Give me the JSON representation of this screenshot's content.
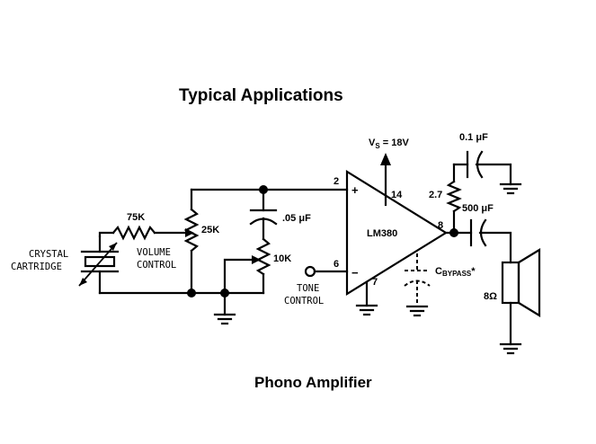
{
  "title": "Typical Applications",
  "caption": "Phono Amplifier",
  "ic": {
    "name": "LM380",
    "pin_plus": "+",
    "pin_minus": "−"
  },
  "pins": {
    "p2": "2",
    "p6": "6",
    "p7": "7",
    "p8": "8",
    "p14": "14"
  },
  "supply": {
    "label": "V",
    "sub": "S",
    "value": " = 18V"
  },
  "cartridge": {
    "line1": "CRYSTAL",
    "line2": "CARTRIDGE"
  },
  "volume": {
    "resistor": "75K",
    "pot": "25K",
    "line1": "VOLUME",
    "line2": "CONTROL"
  },
  "tone": {
    "cap": ".05 μF",
    "pot": "10K",
    "line1": "TONE",
    "line2": "CONTROL"
  },
  "output": {
    "r": "2.7",
    "c1": "0.1 μF",
    "c2": "500 μF",
    "load": "8Ω"
  },
  "bypass": {
    "label": "C",
    "sub": "BYPASS",
    "suffix": "*"
  },
  "icons": [
    "ground-icon",
    "speaker-icon",
    "resistor-icon",
    "capacitor-icon",
    "potentiometer-icon",
    "op-amp-icon"
  ]
}
